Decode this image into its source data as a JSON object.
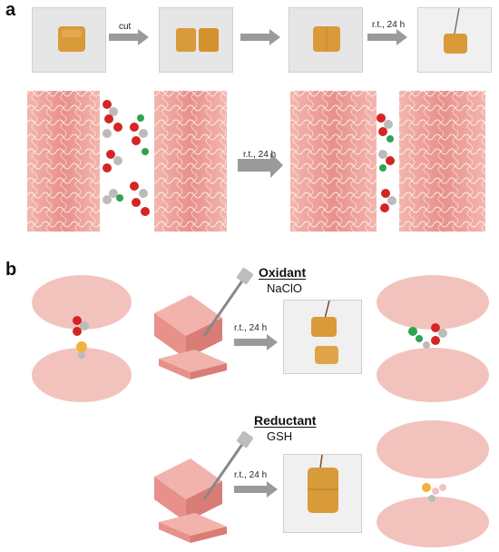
{
  "figure": {
    "panel_a": {
      "letter": "a",
      "step1_label": "cut",
      "step3_label": "r.t., 24 h",
      "middle_label": "r.t., 24 h"
    },
    "panel_b": {
      "letter": "b",
      "oxidant": {
        "heading": "Oxidant",
        "reagent": "NaClO",
        "condition": "r.t., 24 h"
      },
      "reductant": {
        "heading": "Reductant",
        "reagent": "GSH",
        "condition": "r.t., 24 h"
      }
    },
    "colors": {
      "hydrogel_pink": "#e8908a",
      "gel_orange": "#d99a3a",
      "arrow_gray": "#9a9a9a",
      "atom_red": "#d42525",
      "atom_green": "#2ea44f"
    }
  }
}
